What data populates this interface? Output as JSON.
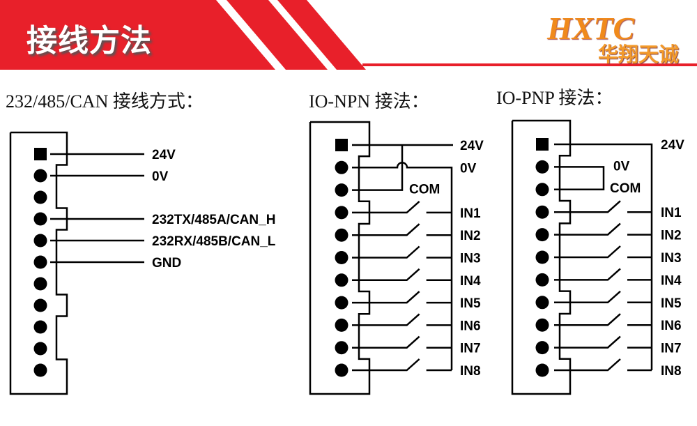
{
  "header": {
    "title": "接线方法",
    "logo_script": "HXTC",
    "logo_text": "华翔天诚",
    "color_red": "#e8202a",
    "color_logo": "#f08a1c"
  },
  "sections": [
    {
      "heading": "232/485/CAN 接线方式：",
      "pin_count": 11,
      "labels": [
        "24V",
        "0V",
        "232TX/485A/CAN_H",
        "232RX/485B/CAN_L",
        "GND"
      ]
    },
    {
      "heading": "IO-NPN 接法：",
      "pin_count": 11,
      "labels": [
        "24V",
        "0V",
        "COM",
        "IN1",
        "IN2",
        "IN3",
        "IN4",
        "IN5",
        "IN6",
        "IN7",
        "IN8"
      ]
    },
    {
      "heading": "IO-PNP 接法：",
      "pin_count": 11,
      "labels": [
        "24V",
        "0V",
        "COM",
        "IN1",
        "IN2",
        "IN3",
        "IN4",
        "IN5",
        "IN6",
        "IN7",
        "IN8"
      ]
    }
  ]
}
